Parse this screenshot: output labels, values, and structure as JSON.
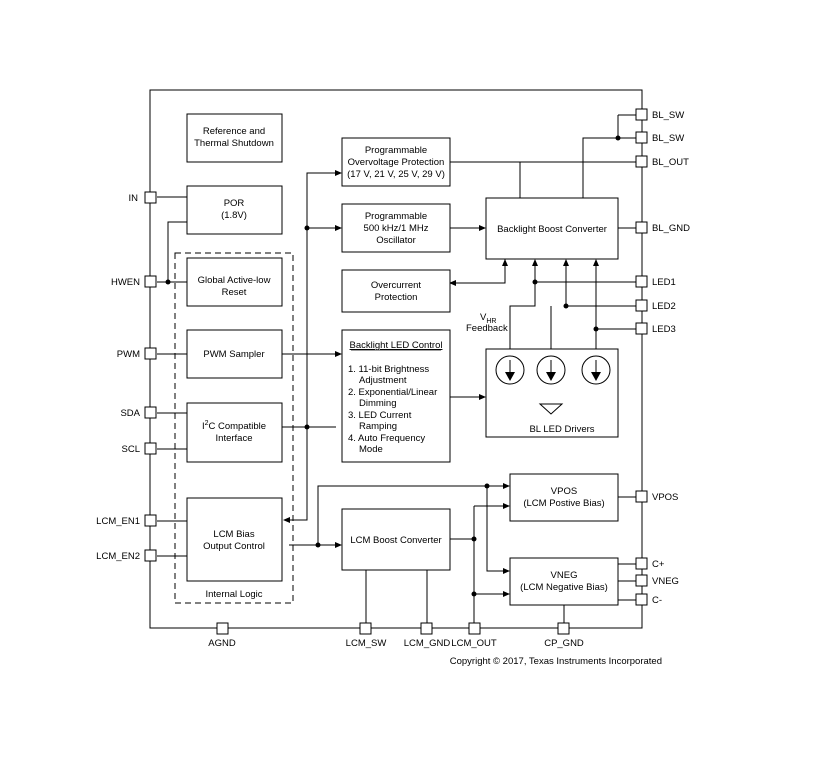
{
  "blocks": {
    "ref": [
      "Reference and",
      "Thermal Shutdown"
    ],
    "por": [
      "POR",
      "(1.8V)"
    ],
    "reset": [
      "Global Active-low",
      "Reset"
    ],
    "pwm": [
      "PWM Sampler"
    ],
    "i2c_sup": "2",
    "i2c_pre": "I",
    "i2c_post": "C Compatible",
    "i2c_line2": "Interface",
    "lcm_bias": [
      "LCM Bias",
      "Output Control"
    ],
    "internal_logic": "Internal Logic",
    "ovp": [
      "Programmable",
      "Overvoltage Protection",
      "(17 V, 21 V, 25 V, 29 V)"
    ],
    "osc": [
      "Programmable",
      "500 kHz/1 MHz",
      "Oscillator"
    ],
    "ocp": [
      "Overcurrent",
      "Protection"
    ],
    "led_ctrl_title": "Backlight LED Control",
    "led_ctrl": [
      "1. 11-bit Brightness",
      "Adjustment",
      "2. Exponential/Linear",
      "Dimming",
      "3. LED Current",
      "Ramping",
      "4. Auto Frequency",
      "Mode"
    ],
    "bl_boost": "Backlight Boost Converter",
    "bl_drivers": "BL LED Drivers",
    "vhr_v": "V",
    "vhr_sub": "HR",
    "vhr_feedback": "Feedback",
    "lcm_boost": "LCM Boost Converter",
    "vpos": [
      "VPOS",
      "(LCM Postive Bias)"
    ],
    "vneg": [
      "VNEG",
      "(LCM Negative Bias)"
    ]
  },
  "pins": {
    "left": [
      "IN",
      "HWEN",
      "PWM",
      "SDA",
      "SCL",
      "LCM_EN1",
      "LCM_EN2"
    ],
    "right": [
      "BL_SW",
      "BL_SW",
      "BL_OUT",
      "BL_GND",
      "LED1",
      "LED2",
      "LED3",
      "VPOS",
      "C+",
      "VNEG",
      "C-"
    ],
    "bottom": [
      "AGND",
      "LCM_SW",
      "LCM_GND",
      "LCM_OUT",
      "CP_GND"
    ]
  },
  "copyright": "Copyright © 2017, Texas Instruments Incorporated"
}
